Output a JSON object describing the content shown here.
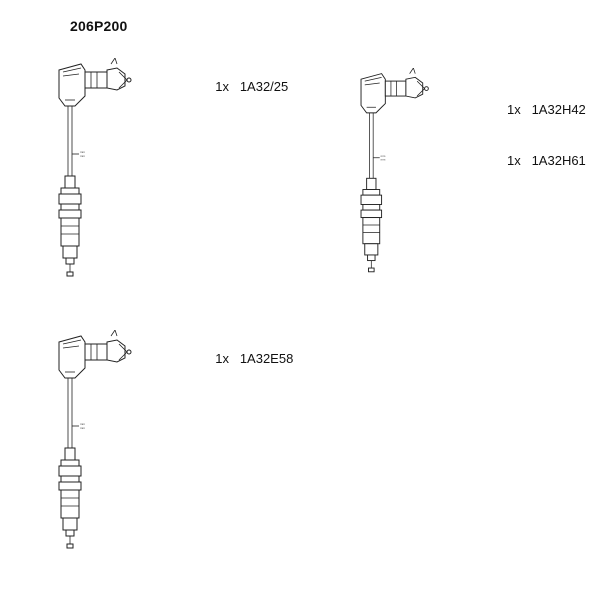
{
  "title": "206P200",
  "parts": [
    {
      "quantity": "1x",
      "code": "1A32/25"
    },
    {
      "quantity": "1x",
      "code": "1A32H42"
    },
    {
      "quantity": "1x",
      "code": "1A32H61"
    },
    {
      "quantity": "1x",
      "code": "1A32E58"
    }
  ]
}
